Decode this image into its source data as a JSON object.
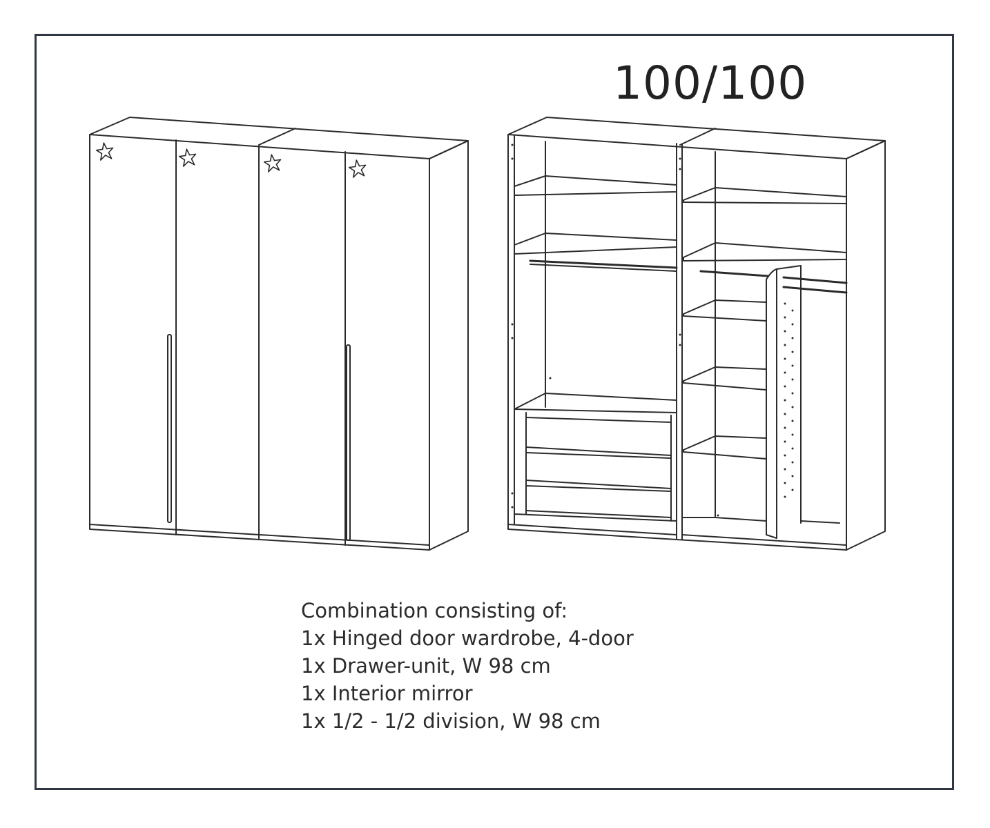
{
  "header": {
    "title": "100/100"
  },
  "description": {
    "heading": "Combination consisting of:",
    "items": [
      "1x Hinged door wardrobe, 4-door",
      "1x Drawer-unit, W 98 cm",
      "1x Interior mirror",
      "1x 1/2 - 1/2 division, W 98 cm"
    ]
  },
  "colors": {
    "line": "#2b2b2b",
    "frame": "#2f3742",
    "background": "#ffffff"
  },
  "icons": {
    "door_decoration": "star-icon"
  }
}
